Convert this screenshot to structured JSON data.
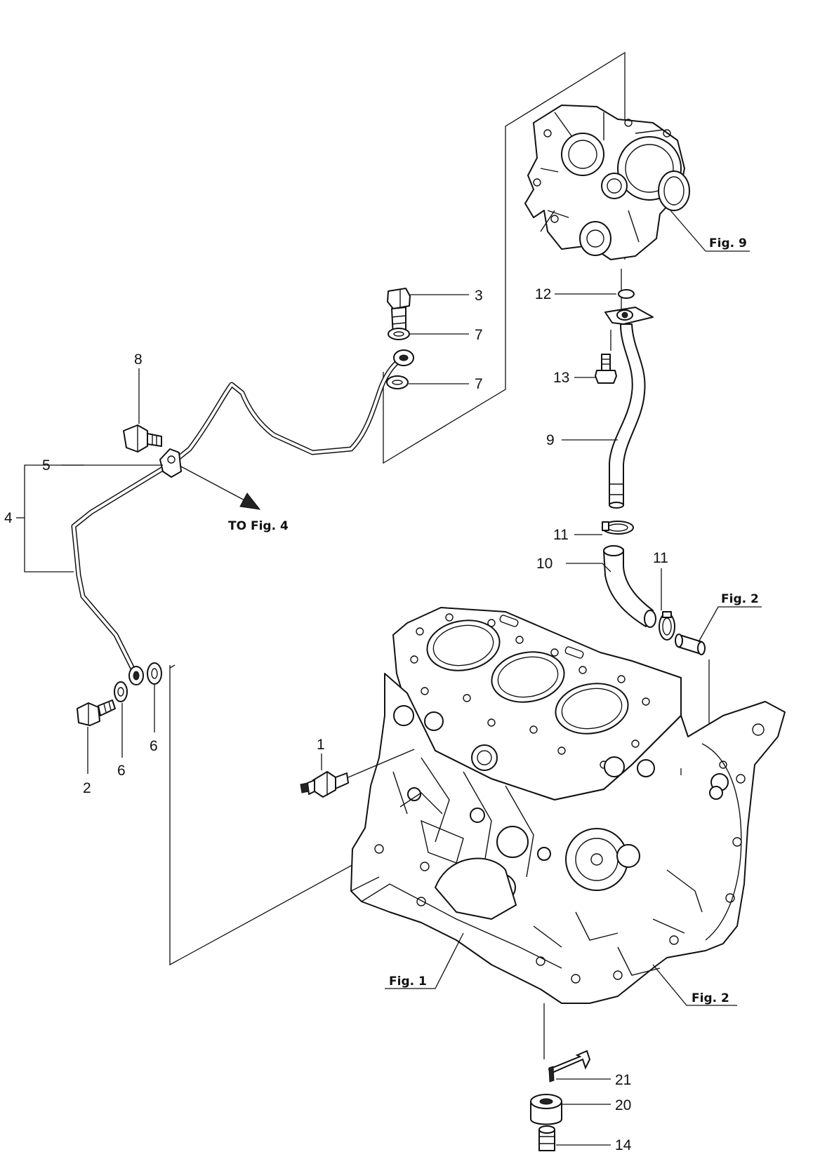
{
  "callouts": {
    "p1": "1",
    "p2": "2",
    "p3": "3",
    "p4": "4",
    "p5": "5",
    "p6a": "6",
    "p6b": "6",
    "p7a": "7",
    "p7b": "7",
    "p8": "8",
    "p9": "9",
    "p10": "10",
    "p11a": "11",
    "p11b": "11",
    "p12": "12",
    "p13": "13",
    "p14": "14",
    "p20": "20",
    "p21": "21"
  },
  "figure_refs": {
    "fig9": "Fig. 9",
    "to_fig4": "TO Fig. 4",
    "fig2_top": "Fig. 2",
    "fig1": "Fig. 1",
    "fig2_bottom": "Fig. 2"
  },
  "colors": {
    "line": "#111111",
    "background": "#ffffff"
  }
}
